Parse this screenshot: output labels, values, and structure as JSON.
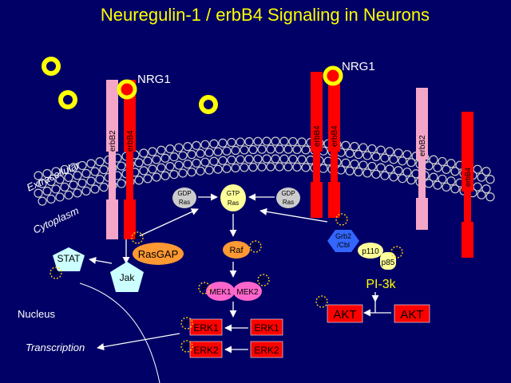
{
  "title": "Neuregulin-1 / erbB4 Signaling in Neurons",
  "labels": {
    "nrg1_left": "NRG1",
    "nrg1_right": "NRG1",
    "extracellular": "Extracellular",
    "cytoplasm": "Cytoplasm",
    "nucleus": "Nucleus",
    "transcription": "Transcription"
  },
  "receptors": {
    "erbB2": "erbB2",
    "erbB4": "erbB4"
  },
  "proteins": {
    "gdp_ras_left_1": "GDP",
    "gdp_ras_left_2": "Ras",
    "gtp_ras_1": "GTP",
    "gtp_ras_2": "Ras",
    "gdp_ras_right_1": "GDP",
    "gdp_ras_right_2": "Ras",
    "rasgap": "RasGAP",
    "raf": "Raf",
    "stat": "STAT",
    "jak": "Jak",
    "mek1": "MEK1",
    "mek2": "MEK2",
    "erk1_p": "ERK1",
    "erk2_p": "ERK2",
    "erk1": "ERK1",
    "erk2": "ERK2",
    "grb2_cbl_1": "Grb2",
    "grb2_cbl_2": "/Cbl",
    "p110": "p110",
    "p85": "p85",
    "pi3k": "PI-3k",
    "akt_p": "AKT",
    "akt": "AKT"
  },
  "phospho": "P",
  "colors": {
    "background": "#000066",
    "title": "#ffff00",
    "erbB4": "#ff0000",
    "erbB2": "#f4a6c8",
    "nrg1": "#ffff00",
    "rasgap": "#ff9933",
    "mek": "#ff66cc",
    "erk": "#ff0000",
    "grb2": "#3366ff",
    "stat": "#ccffff"
  }
}
